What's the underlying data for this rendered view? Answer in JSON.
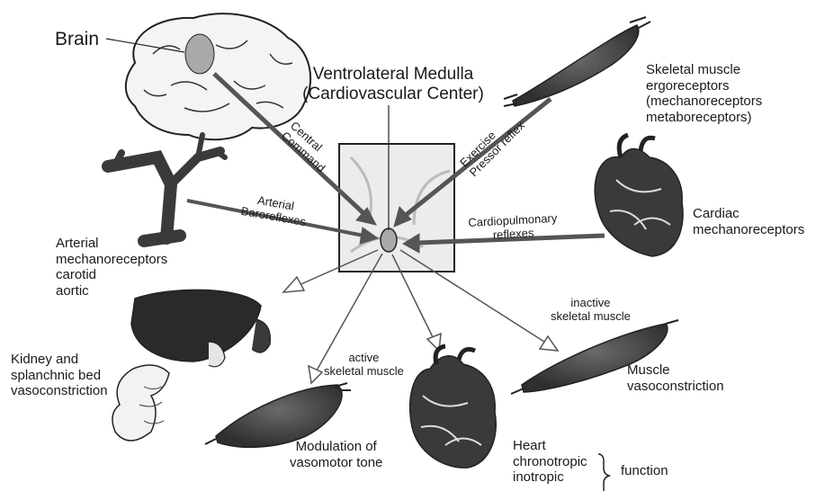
{
  "labels": {
    "brain": "Brain",
    "medulla_title": "Ventrolateral Medulla\n(Cardiovascular Center)",
    "skeletal_muscle_ergo": "Skeletal muscle\nergoreceptors\n(mechanoreceptors\nmetaboreceptors)",
    "central_command": "Central\nCommand",
    "exercise_pressor": "Exercise\nPressor reflex",
    "arterial_baroreflexes": "Arterial\nBaroreflexes",
    "cardiopulmonary": "Cardiopulmonary\nreflexes",
    "cardiac_mechano": "Cardiac\nmechanoreceptors",
    "arterial_mechano": "Arterial\nmechanoreceptors\ncarotid\naortic",
    "inactive_muscle": "inactive\nskeletal muscle",
    "kidney": "Kidney and\nsplanchnic bed\nvasoconstriction",
    "active_muscle": "active\nskeletal muscle",
    "muscle_vaso": "Muscle\nvasoconstriction",
    "modulation": "Modulation of\nvasomotor tone",
    "heart": "Heart\nchronotropic\ninotropic",
    "function": "function"
  },
  "colors": {
    "arrow_dark": "#555555",
    "arrow_light": "#ffffff",
    "muscle": "#3f3f3f",
    "organ": "#2e2e2e",
    "center_spot": "#a9a9a9"
  }
}
